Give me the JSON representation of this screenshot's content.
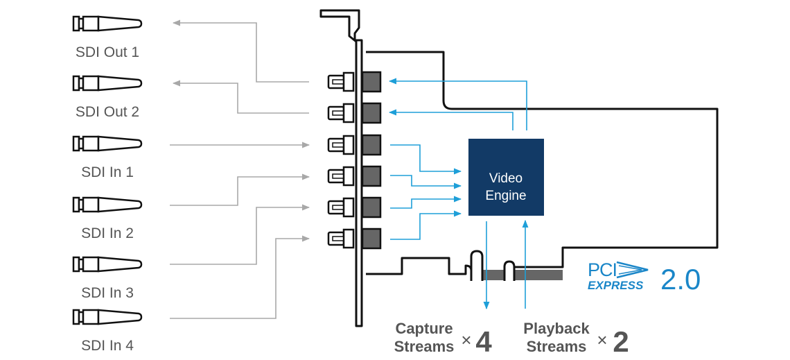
{
  "connectors": [
    {
      "label": "SDI Out 1",
      "direction": "out"
    },
    {
      "label": "SDI Out 2",
      "direction": "out"
    },
    {
      "label": "SDI In 1",
      "direction": "in"
    },
    {
      "label": "SDI In 2",
      "direction": "in"
    },
    {
      "label": "SDI In 3",
      "direction": "in"
    },
    {
      "label": "SDI In 4",
      "direction": "in"
    }
  ],
  "engine": {
    "line1": "Video",
    "line2": "Engine"
  },
  "pcie": {
    "top": "PCI",
    "bottom": "EXPRESS",
    "version": "2.0"
  },
  "capture": {
    "line1": "Capture",
    "line2": "Streams",
    "times": "×",
    "count": "4"
  },
  "playback": {
    "line1": "Playback",
    "line2": "Streams",
    "times": "×",
    "count": "2"
  },
  "colors": {
    "gray_line": "#a8a8a8",
    "blue_line": "#1e9fd8",
    "engine_fill": "#123a66",
    "port_fill": "#666666",
    "board_stroke": "#111111",
    "label_text": "#555555",
    "pcie_blue": "#1a86c8"
  }
}
